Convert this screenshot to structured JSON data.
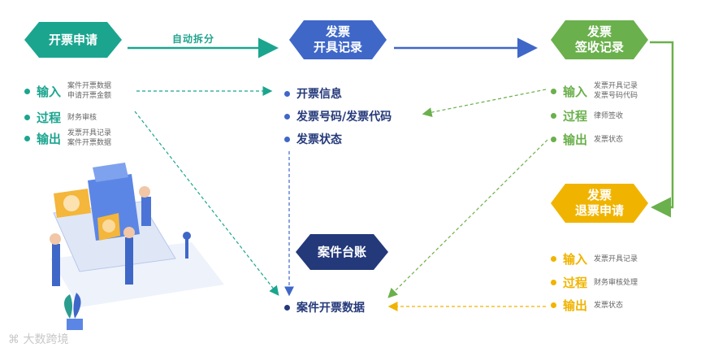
{
  "nodes": {
    "apply": {
      "label": "开票申请",
      "color": "#1ba58f"
    },
    "issue": {
      "label": "发票\n开具记录",
      "color": "#3f67c8"
    },
    "receive": {
      "label": "发票\n签收记录",
      "color": "#6ab04c"
    },
    "refund": {
      "label": "发票\n退票申请",
      "color": "#f0b400"
    },
    "ledger": {
      "label": "案件台账",
      "color": "#24397a"
    }
  },
  "edge_label": "自动拆分",
  "apply_list": [
    {
      "key": "输入",
      "detail": "案件开票数据\n申请开票金额"
    },
    {
      "key": "过程",
      "detail": "财务审核"
    },
    {
      "key": "输出",
      "detail": "发票开具记录\n案件开票数据"
    }
  ],
  "issue_list": [
    "开票信息",
    "发票号码/发票代码",
    "发票状态"
  ],
  "receive_list": [
    {
      "key": "输入",
      "detail": "发票开具记录\n发票号码代码"
    },
    {
      "key": "过程",
      "detail": "律师签收"
    },
    {
      "key": "输出",
      "detail": "发票状态"
    }
  ],
  "refund_list": [
    {
      "key": "输入",
      "detail": "发票开具记录"
    },
    {
      "key": "过程",
      "detail": "财务审核处理"
    },
    {
      "key": "输出",
      "detail": "发票状态"
    }
  ],
  "ledger_item": "案件开票数据",
  "watermark": "大数跨境"
}
